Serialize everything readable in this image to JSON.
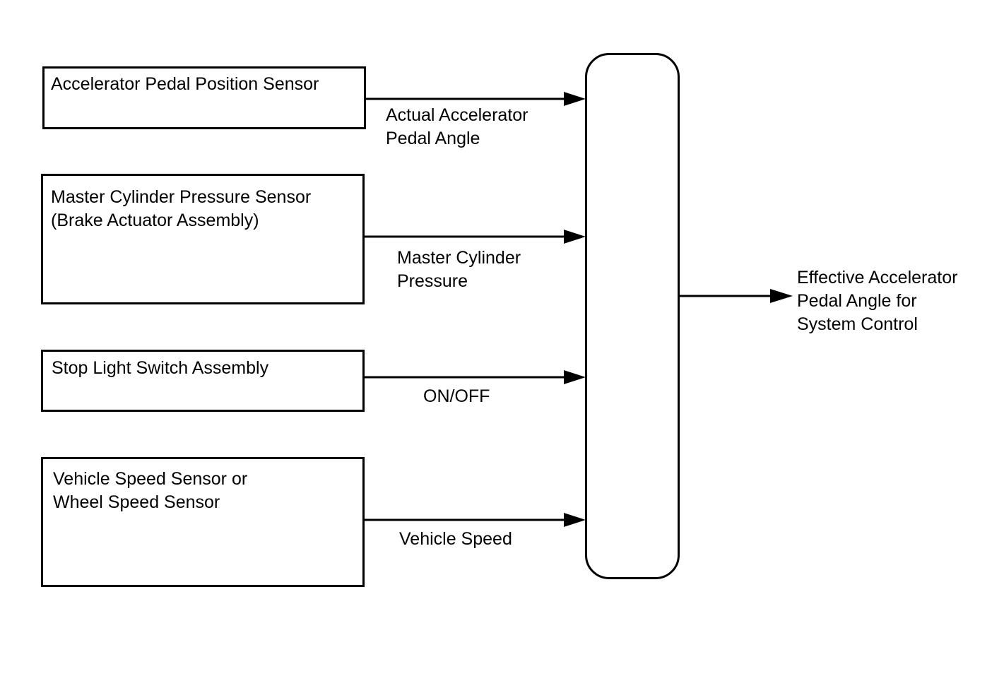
{
  "inputs": [
    {
      "name": "Accelerator Pedal Position Sensor",
      "signal": "Actual Accelerator\nPedal Angle"
    },
    {
      "name": "Master Cylinder Pressure Sensor\n(Brake Actuator Assembly)",
      "signal": "Master Cylinder\nPressure"
    },
    {
      "name": "Stop Light Switch Assembly",
      "signal": "ON/OFF"
    },
    {
      "name": "Vehicle Speed Sensor or\nWheel Speed Sensor",
      "signal": "Vehicle Speed"
    }
  ],
  "output": {
    "signal": "Effective Accelerator\nPedal Angle for\nSystem Control"
  }
}
